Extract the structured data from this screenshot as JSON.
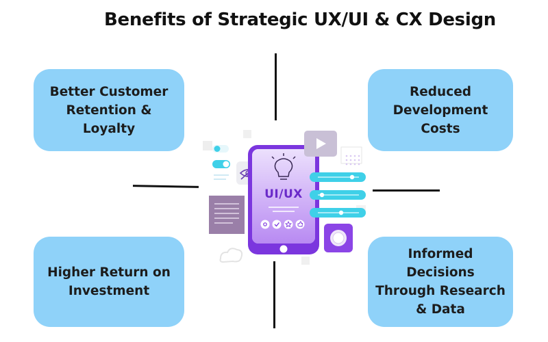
{
  "title": "Benefits of Strategic UX/UI & CX Design",
  "cards": {
    "top_left": "Better Customer Retention & Loyalty",
    "top_right": "Reduced Development Costs",
    "bottom_left": "Higher Return on Investment",
    "bottom_right": "Informed Decisions Through Research & Data"
  },
  "illustration": {
    "phone_label": "UI/UX",
    "icons": [
      "lightbulb-icon",
      "play-icon",
      "eye-off-icon",
      "toggle-icon",
      "slider-icon",
      "document-icon",
      "knob-icon",
      "cloud-icon",
      "gear-icon",
      "check-icon",
      "star-icon",
      "thumbs-up-icon"
    ]
  },
  "colors": {
    "card_bg": "#8fd2f9",
    "phone_purple": "#8b45e6",
    "slider_cyan": "#3fd0e8",
    "text": "#111111"
  }
}
